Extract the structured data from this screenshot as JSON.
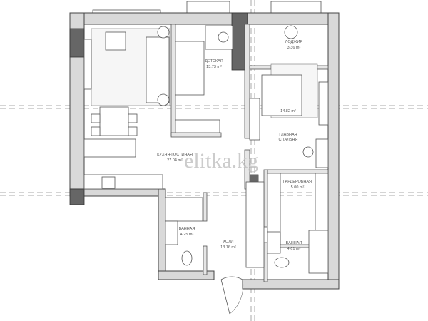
{
  "plan": {
    "watermark": "elitka.kg",
    "rooms": [
      {
        "id": "loggia",
        "name": "ЛОДЖИЯ",
        "area": "3.36 m²"
      },
      {
        "id": "kids",
        "name": "ДЕТСКАЯ",
        "area": "13.73 m²"
      },
      {
        "id": "bedroom",
        "name": "ГЛАВНАЯ СПАЛЬНЯ",
        "name_line1": "ГЛАВНАЯ",
        "name_line2": "СПАЛЬНЯ",
        "area": "14.82 m²"
      },
      {
        "id": "kitchen",
        "name": "КУХНЯ-ГОСТИНАЯ",
        "area": "27.04 m²"
      },
      {
        "id": "wardrobe",
        "name": "ГАРДЕРОБНАЯ",
        "area": "5.00 m²"
      },
      {
        "id": "bath1",
        "name": "ВАННАЯ",
        "area": "4.25 m²"
      },
      {
        "id": "hall",
        "name": "ХОЛЛ",
        "area": "13.16 m²"
      },
      {
        "id": "bath2",
        "name": "ВАННАЯ",
        "area": "4.61 m²"
      }
    ]
  }
}
